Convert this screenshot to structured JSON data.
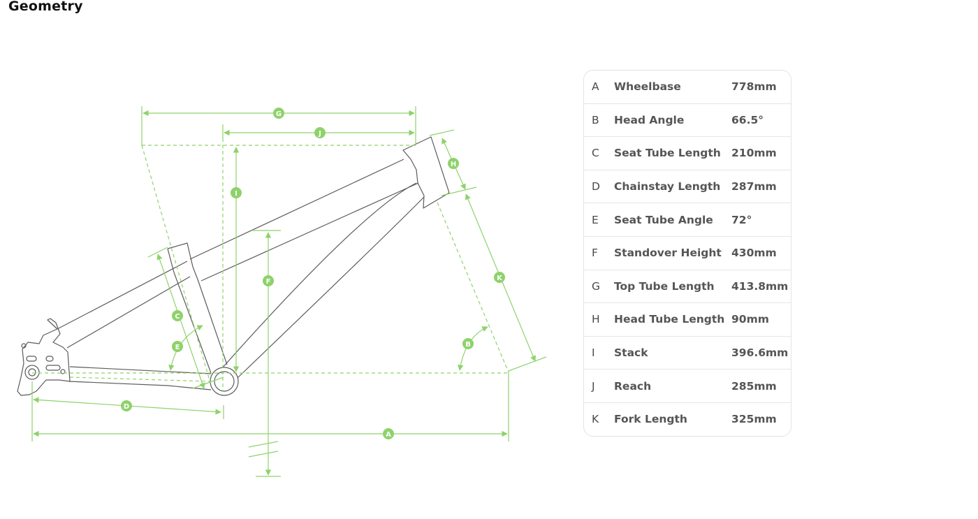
{
  "page": {
    "title": "Geometry"
  },
  "colors": {
    "accent": "#8ed26b",
    "frame": "#5b5b5b",
    "text": "#555555"
  },
  "diagram": {
    "markers": {
      "A": "A",
      "B": "B",
      "C": "C",
      "D": "D",
      "E": "E",
      "F": "F",
      "G": "G",
      "H": "H",
      "I": "I",
      "J": "J",
      "K": "K"
    }
  },
  "geometry": {
    "rows": [
      {
        "letter": "A",
        "label": "Wheelbase",
        "value": "778mm"
      },
      {
        "letter": "B",
        "label": "Head Angle",
        "value": "66.5°"
      },
      {
        "letter": "C",
        "label": "Seat Tube Length",
        "value": "210mm"
      },
      {
        "letter": "D",
        "label": "Chainstay Length",
        "value": "287mm"
      },
      {
        "letter": "E",
        "label": "Seat Tube Angle",
        "value": "72°"
      },
      {
        "letter": "F",
        "label": "Standover Height",
        "value": "430mm"
      },
      {
        "letter": "G",
        "label": "Top Tube Length",
        "value": "413.8mm"
      },
      {
        "letter": "H",
        "label": "Head Tube Length",
        "value": "90mm"
      },
      {
        "letter": "I",
        "label": "Stack",
        "value": "396.6mm"
      },
      {
        "letter": "J",
        "label": "Reach",
        "value": "285mm"
      },
      {
        "letter": "K",
        "label": "Fork Length",
        "value": "325mm"
      }
    ]
  }
}
